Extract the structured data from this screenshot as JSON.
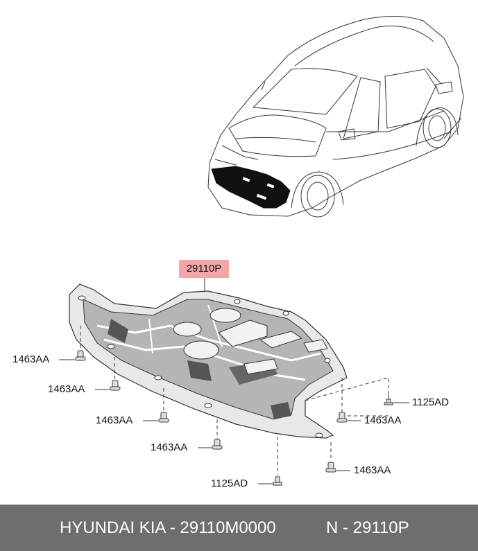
{
  "main_part": "29110P",
  "labels": {
    "l1": "1463AA",
    "l2": "1463AA",
    "l3": "1463AA",
    "l4": "1463AA",
    "l5": "1463AA",
    "l6": "1463AA",
    "b1": "1125AD",
    "b2": "1125AD"
  },
  "footer": {
    "brand": "HYUNDAI  KIA - 29110M0000",
    "ref": "N - 29110P"
  },
  "colors": {
    "label_highlight": "#f4a6a6",
    "footer_bg": "#6e6e6e",
    "part_fill": "#b5b5b5"
  }
}
